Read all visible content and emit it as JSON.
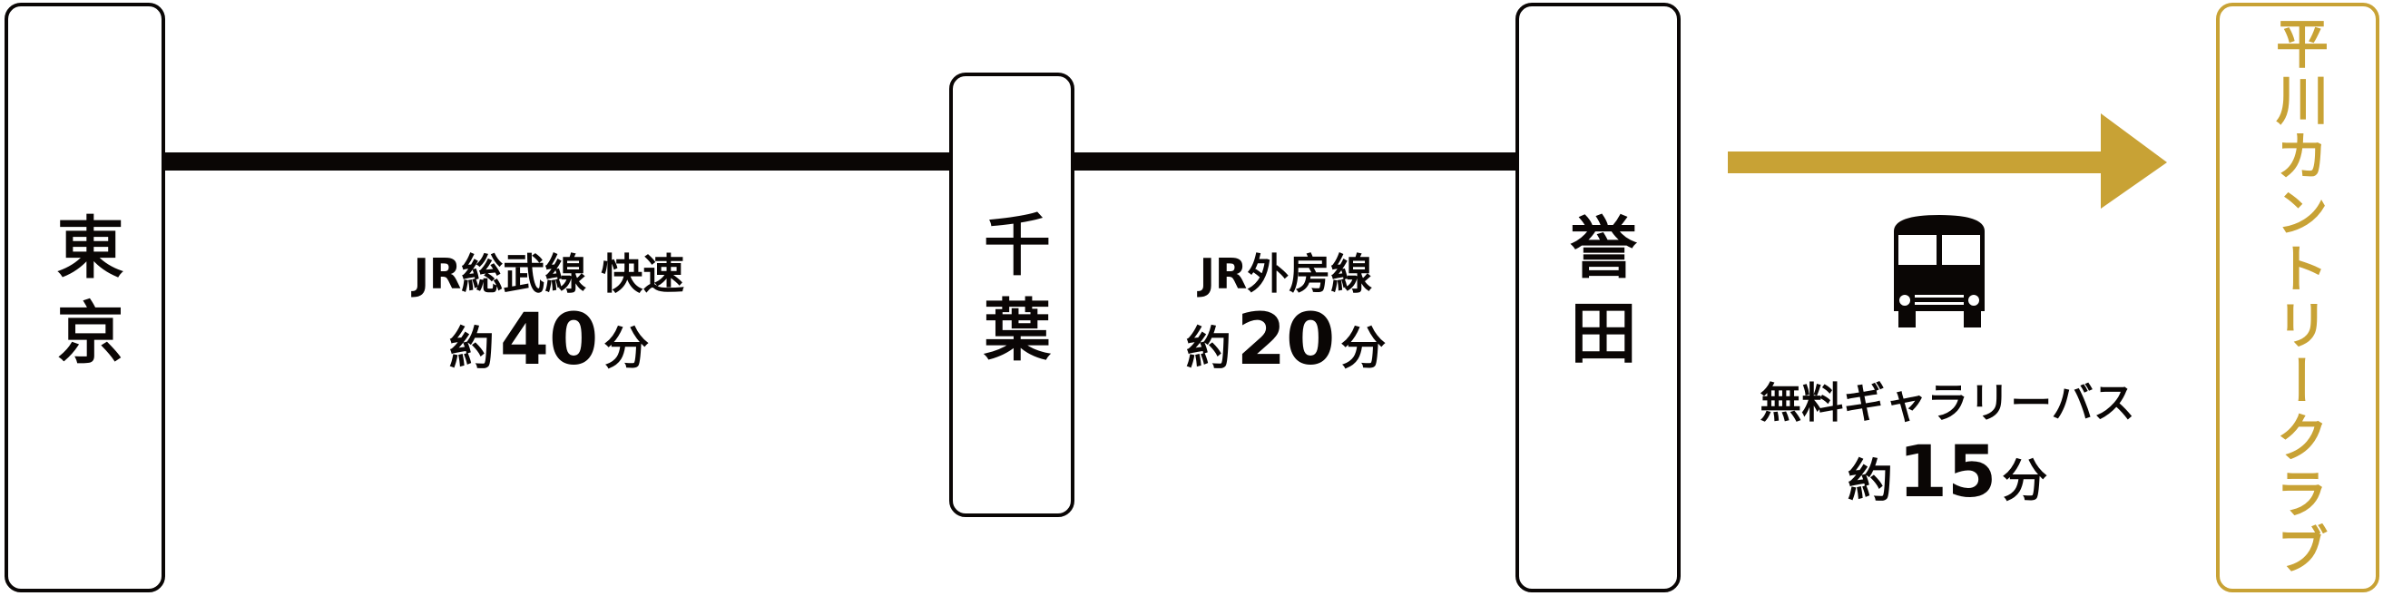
{
  "stations": [
    {
      "name": "東京"
    },
    {
      "name": "千葉"
    },
    {
      "name": "誉田"
    }
  ],
  "destination": {
    "name": "平川カントリークラブ"
  },
  "segments": [
    {
      "line": "JR総武線 快速",
      "prefix": "約",
      "minutes": "40",
      "suffix": "分"
    },
    {
      "line": "JR外房線",
      "prefix": "約",
      "minutes": "20",
      "suffix": "分"
    },
    {
      "line": "無料ギャラリーバス",
      "prefix": "約",
      "minutes": "15",
      "suffix": "分",
      "icon": "bus-icon"
    }
  ],
  "colors": {
    "accent": "#c8a235",
    "line": "#0a0605"
  }
}
